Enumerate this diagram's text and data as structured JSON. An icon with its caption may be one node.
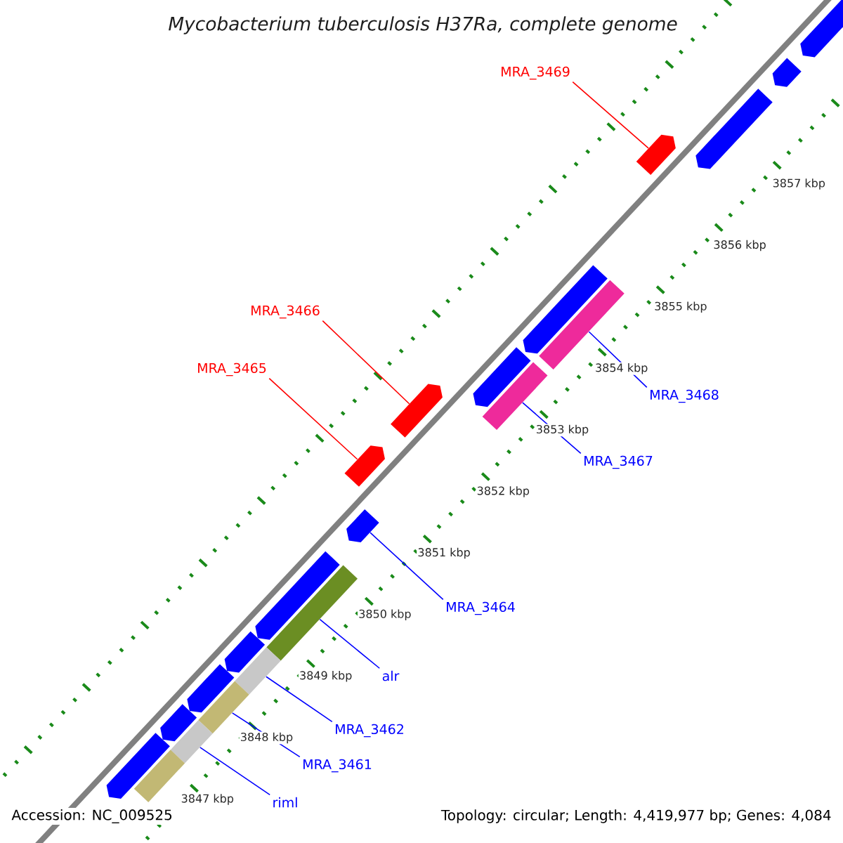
{
  "diagram": {
    "title": "Mycobacterium tuberculosis H37Ra, complete genome",
    "nodes": [
      {
        "text": [
          "MRA_3469"
        ]
      },
      {
        "text": [
          "MRA_3466"
        ]
      },
      {
        "text": [
          "MRA_3465"
        ]
      },
      {
        "text": [
          "MRA_3468"
        ]
      },
      {
        "text": [
          "MRA_3467"
        ]
      },
      {
        "text": [
          "MRA_3464"
        ]
      },
      {
        "text": [
          "alr"
        ]
      },
      {
        "text": [
          "MRA_3462"
        ]
      },
      {
        "text": [
          "MRA_3461"
        ]
      },
      {
        "text": [
          "riml"
        ]
      },
      {
        "text": [],
        "shape": "pentagon"
      },
      {
        "text": [],
        "shape": "pentagon"
      },
      {
        "text": [],
        "shape": "pentagon"
      },
      {
        "text": [],
        "shape": "pentagon"
      },
      {
        "text": [],
        "shape": "pentagon"
      },
      {
        "text": [],
        "shape": "bar"
      },
      {
        "text": [],
        "shape": "pentagon"
      },
      {
        "text": [],
        "shape": "bar"
      },
      {
        "text": [],
        "shape": "pentagon"
      },
      {
        "text": [],
        "shape": "pentagon"
      },
      {
        "text": [],
        "shape": "pentagon"
      },
      {
        "text": [],
        "shape": "pentagon"
      },
      {
        "text": [],
        "shape": "bar"
      },
      {
        "text": [],
        "shape": "pentagon"
      },
      {
        "text": [],
        "shape": "bar"
      },
      {
        "text": [],
        "shape": "pentagon"
      },
      {
        "text": [],
        "shape": "bar"
      },
      {
        "text": [],
        "shape": "pentagon"
      },
      {
        "text": [],
        "shape": "bar"
      },
      {
        "text": [],
        "shape": "pentagon"
      },
      {
        "text": [],
        "shape": "bar"
      }
    ],
    "edges": [
      {
        "from": 0,
        "to": 13,
        "arrow": "none",
        "color": "#ff0000"
      },
      {
        "from": 1,
        "to": 18,
        "arrow": "none",
        "color": "#ff0000"
      },
      {
        "from": 2,
        "to": 19,
        "arrow": "none",
        "color": "#ff0000"
      },
      {
        "from": 3,
        "to": 15,
        "arrow": "none"
      },
      {
        "from": 4,
        "to": 17,
        "arrow": "none"
      },
      {
        "from": 5,
        "to": 20,
        "arrow": "none"
      },
      {
        "from": 6,
        "to": 22,
        "arrow": "none"
      },
      {
        "from": 7,
        "to": 24,
        "arrow": "none"
      },
      {
        "from": 8,
        "to": 26,
        "arrow": "none"
      },
      {
        "from": 9,
        "to": 28,
        "arrow": "none"
      }
    ],
    "labels": [
      "3857 kbp",
      "3856 kbp",
      "3855 kbp",
      "3854 kbp",
      "3853 kbp",
      "3852 kbp",
      "3851 kbp",
      "3850 kbp",
      "3849 kbp",
      "3848 kbp",
      "3847 kbp",
      "Accession: NC_009525",
      "Topology: circular; Length: 4,419,977 bp; Genes: 4,084"
    ]
  }
}
